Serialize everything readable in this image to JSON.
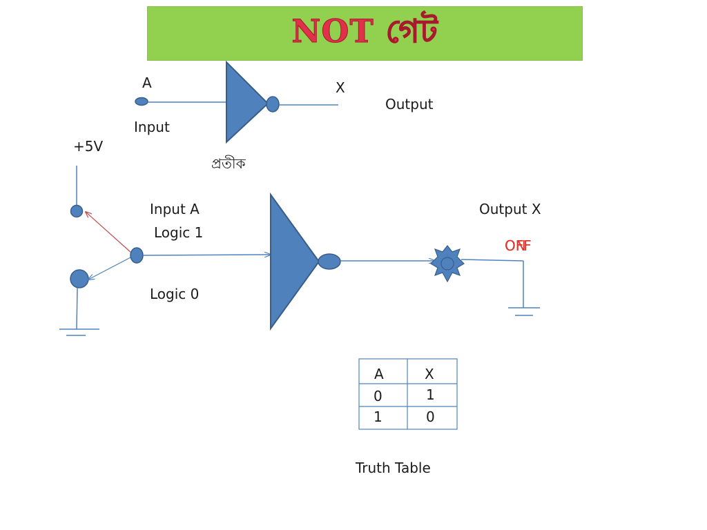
{
  "title": "NOT গেট",
  "symbol": {
    "input_name": "A",
    "input_label": "Input",
    "output_name": "X",
    "output_label": "Output",
    "caption": "প্রতীক"
  },
  "circuit": {
    "supply_label": "+5V",
    "input_label": "Input A",
    "logic_high_label": "Logic 1",
    "logic_low_label": "Logic 0",
    "output_label": "Output X",
    "state_overlay_back": "ON",
    "state_overlay_front": "OFF"
  },
  "truth_table": {
    "headers": [
      "A",
      "X"
    ],
    "rows": [
      [
        "0",
        "1"
      ],
      [
        "1",
        "0"
      ]
    ],
    "caption": "Truth Table"
  },
  "colors": {
    "banner": "#92d050",
    "title": "#e0304a",
    "gate_fill": "#4f81bd",
    "gate_stroke": "#385d8a",
    "wire": "#4f81bd",
    "switch_arm": "#c0504d",
    "state_text": "#e0302a"
  }
}
